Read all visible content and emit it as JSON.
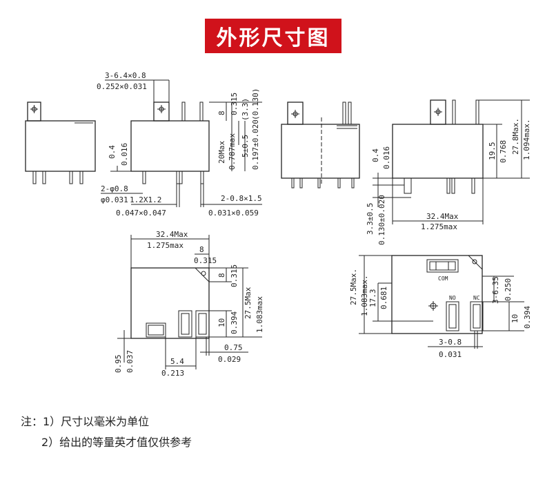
{
  "title": "外形尺寸图",
  "dims": {
    "a1": "3-6.4×0.8",
    "a2": "0.252×0.031",
    "b1": "0.315",
    "b2": "8",
    "c1": "20Max",
    "c2": "0.787max",
    "d1": "5±0.5",
    "d2": "(3.3)",
    "e1": "0.197±0.020",
    "e2": "(0.130)",
    "f1": "0.4",
    "f2": "0.016",
    "g1": "2-φ0.8",
    "g2": "φ0.031",
    "h1": "1.2X1.2",
    "h2": "0.047×0.047",
    "i1": "2-0.8×1.5",
    "i2": "0.031×0.059",
    "j1": "0.4",
    "j2": "0.016",
    "k1": "19.5",
    "k2": "0.768",
    "l1": "27.8Max.",
    "l2": "1.094max.",
    "m1": "3.3±0.5",
    "m2": "0.130±0.020",
    "n1": "32.4Max",
    "n2": "1.275max",
    "o1": "32.4Max",
    "o2": "1.275max",
    "p1": "8",
    "p2": "0.315",
    "q1": "8",
    "q2": "0.315",
    "r1": "27.5Max",
    "r2": "1.083max",
    "s1": "10",
    "s2": "0.394",
    "t1": "0.95",
    "t2": "0.037",
    "u1": "0.75",
    "u2": "0.029",
    "v1": "5.4",
    "v2": "0.213",
    "w1": "27.5Max.",
    "w2": "1.083max.",
    "x1": "17.3",
    "x2": "0.681",
    "y1": "3-6.35",
    "y2": "0.250",
    "z1": "10",
    "z2": "0.394",
    "aa1": "3-0.8",
    "aa2": "0.031",
    "com": "COM",
    "no": "NO",
    "nc": "NC"
  },
  "notes": {
    "line1": "注：1）尺寸以毫米为单位",
    "line2": "2）给出的等量英才值仅供参考"
  }
}
